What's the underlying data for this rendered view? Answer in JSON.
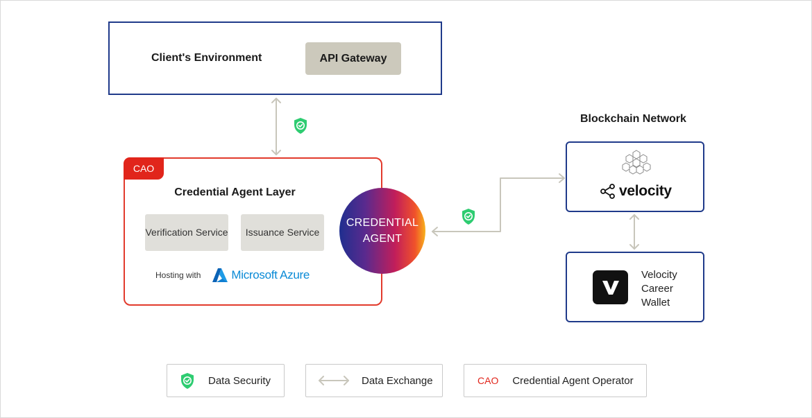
{
  "client_environment": {
    "title": "Client's Environment",
    "api_gateway": "API Gateway"
  },
  "credential_agent_layer": {
    "tag": "CAO",
    "title": "Credential Agent Layer",
    "services": [
      "Verification Service",
      "Issuance Service"
    ],
    "hosting_label": "Hosting with",
    "hosting_provider": "Microsoft Azure"
  },
  "credential_agent": {
    "line1": "CREDENTIAL",
    "line2": "AGENT"
  },
  "blockchain": {
    "label": "Blockchain Network",
    "velocity_brand": "velocity",
    "wallet_lines": [
      "Velocity",
      "Career",
      "Wallet"
    ]
  },
  "legend": {
    "security": "Data Security",
    "exchange": "Data Exchange",
    "cao_tag": "CAO",
    "cao": "Credential Agent Operator"
  },
  "colors": {
    "primary_border": "#1f3a8a",
    "cao_red": "#e1251b",
    "shield_green": "#2ecc71",
    "arrow_gray": "#c8c6bb"
  }
}
